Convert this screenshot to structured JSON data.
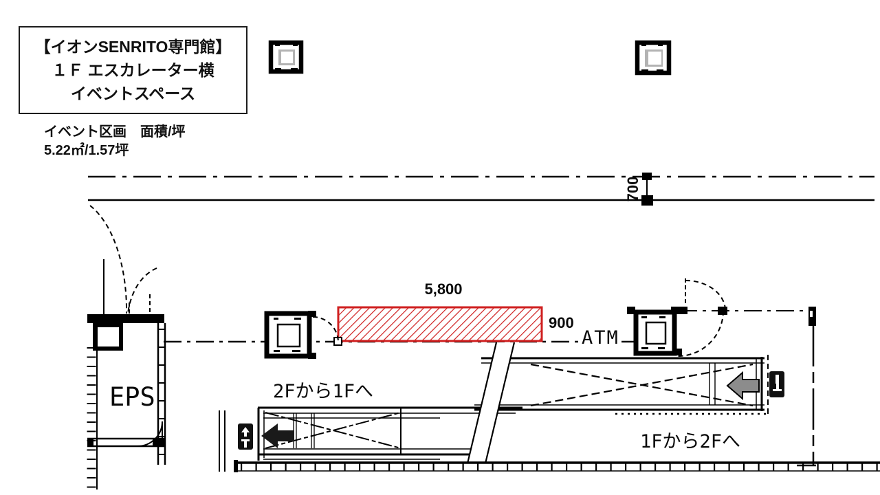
{
  "header": {
    "title_lines": [
      "【イオンSENRITO専門館】",
      "１Ｆ エスカレーター横",
      "イベントスペース"
    ],
    "area_label": "イベント区画　面積/坪",
    "area_value": "5.22㎡/1.57坪"
  },
  "dimensions": {
    "ceiling_gap": "700",
    "event_width": "5,800",
    "event_depth": "900"
  },
  "labels": {
    "atm": "ATM",
    "escalator_down": "2Fから1Fへ",
    "escalator_up": "1Fから2Fへ",
    "eps": "EPS"
  },
  "icons": {
    "down_escalator_arrow": "left-arrow-black",
    "up_escalator_arrow": "left-arrow-gray",
    "direction_badge": "floor-direction-indicator"
  },
  "colors": {
    "event_area_red": "#cf1f1f",
    "arrow_gray": "#8c8c8c",
    "line_black": "#000000"
  }
}
